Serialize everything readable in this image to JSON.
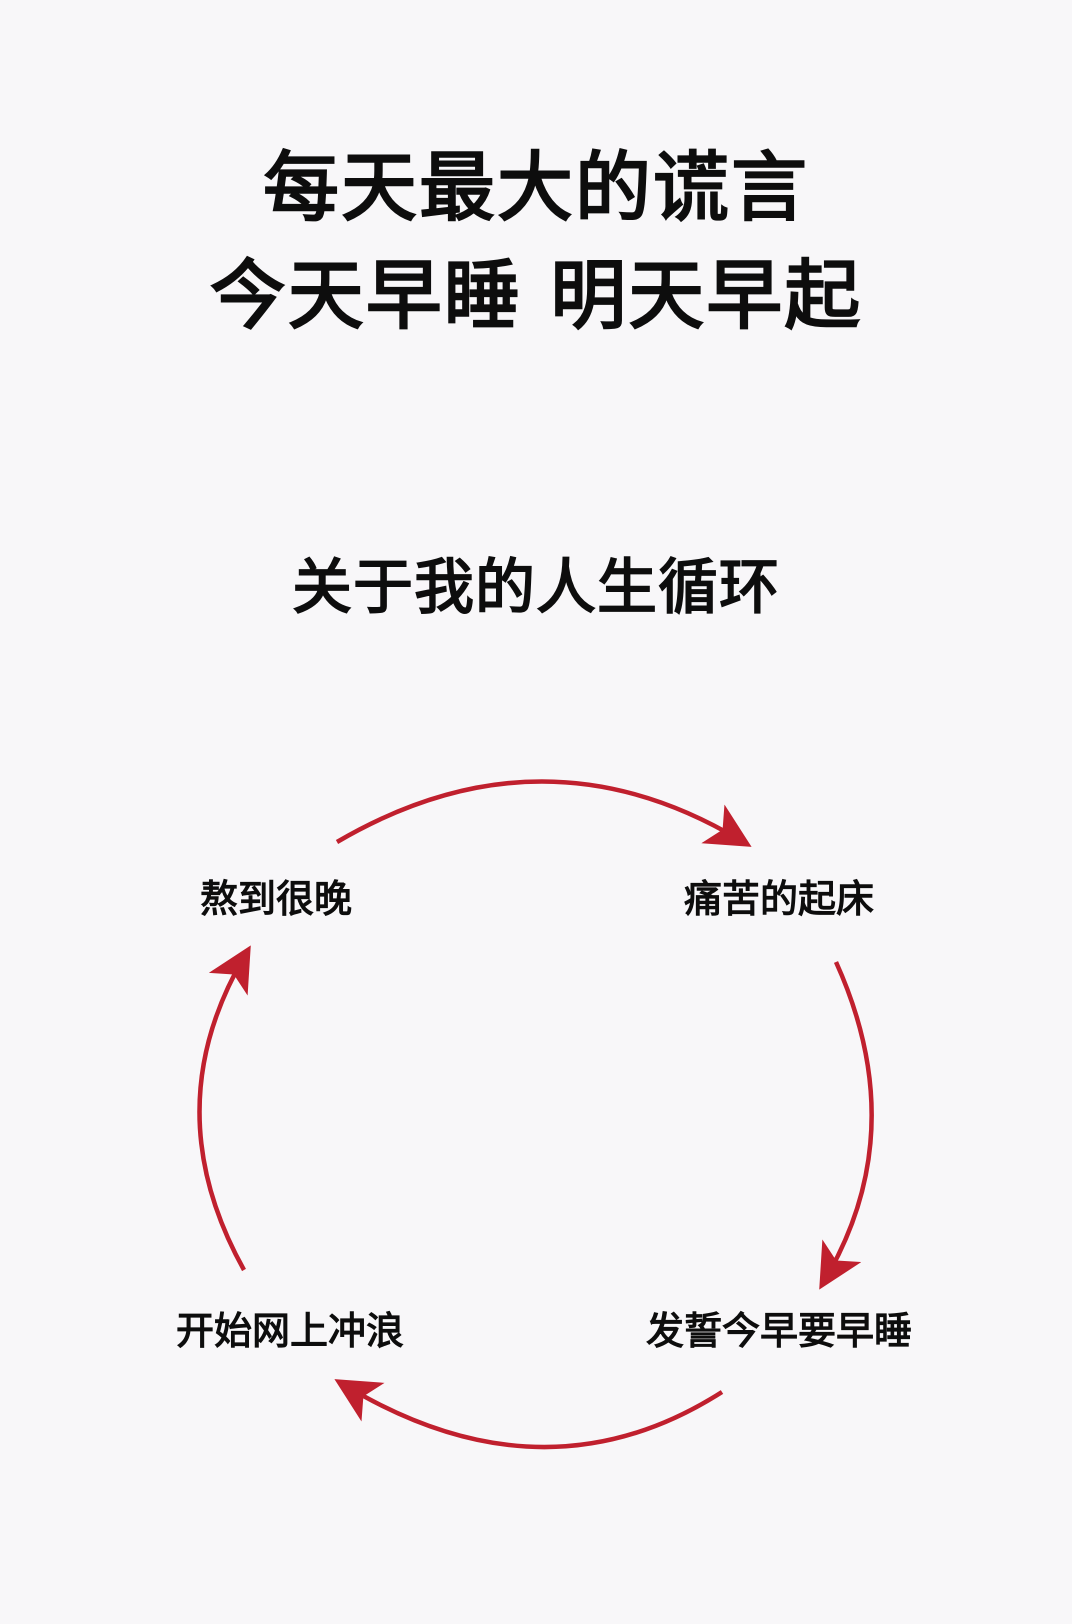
{
  "headline": {
    "line1": "每天最大的谎言",
    "line2": "今天早睡 明天早起"
  },
  "subtitle": "关于我的人生循环",
  "cycle": {
    "nodes": {
      "stay_up_late": "熬到很晚",
      "painful_wake": "痛苦的起床",
      "vow_sleep_early": "发誓今早要早睡",
      "browse_internet": "开始网上冲浪"
    },
    "arrow_color": "#c0202e"
  }
}
